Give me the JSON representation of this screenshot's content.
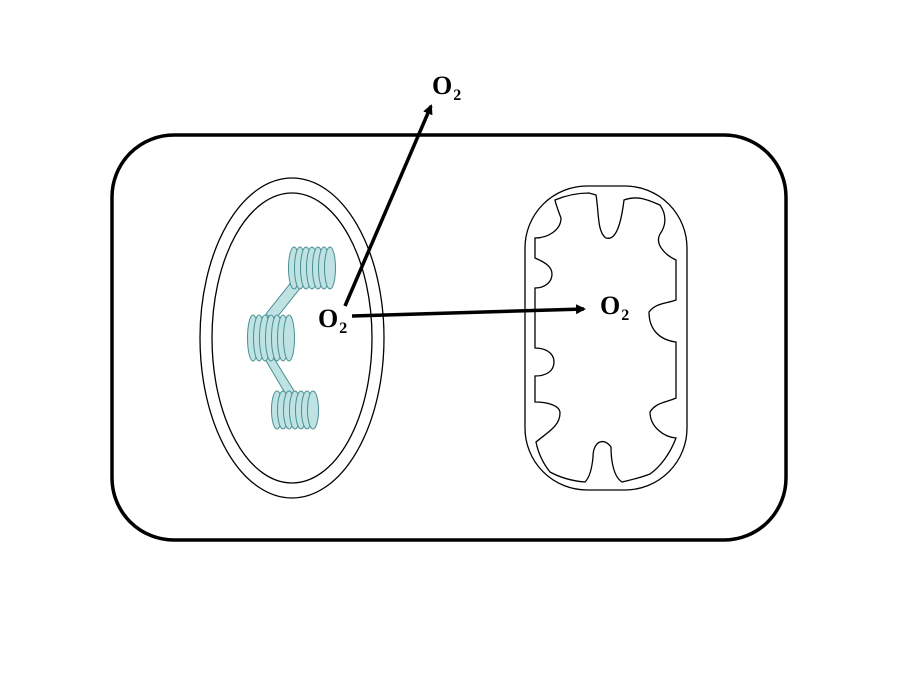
{
  "labels": {
    "o2_chloroplast": {
      "base": "O",
      "sub": "2"
    },
    "o2_out": {
      "base": "O",
      "sub": "2"
    },
    "o2_mitochondrion": {
      "base": "O",
      "sub": "2"
    }
  },
  "colors": {
    "outline": "#000000",
    "thylakoid_fill": "#bfe3e3",
    "thylakoid_stroke": "#4a8f94",
    "background": "#ffffff"
  }
}
